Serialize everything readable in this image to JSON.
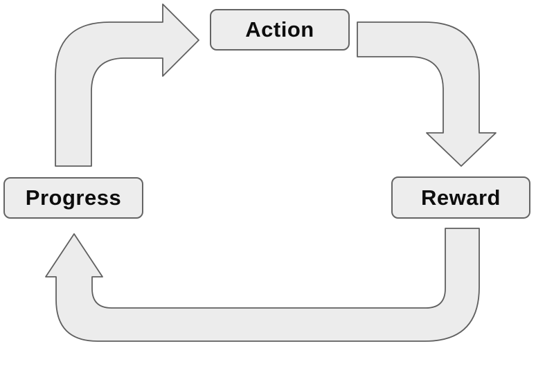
{
  "diagram": {
    "type": "cycle",
    "nodes": [
      {
        "id": "action",
        "label": "Action",
        "position": "top-center"
      },
      {
        "id": "reward",
        "label": "Reward",
        "position": "middle-right"
      },
      {
        "id": "progress",
        "label": "Progress",
        "position": "middle-left"
      }
    ],
    "edges": [
      {
        "from": "progress",
        "to": "action",
        "shape": "up-then-right-block-arrow"
      },
      {
        "from": "action",
        "to": "reward",
        "shape": "right-then-down-block-arrow"
      },
      {
        "from": "reward",
        "to": "progress",
        "shape": "down-left-then-up-block-arrow"
      }
    ],
    "colors": {
      "background": "#ffffff",
      "arrow_fill": "#ececec",
      "arrow_stroke": "#5f5f5f",
      "node_fill": "#ededed",
      "node_border": "#646464",
      "label_text": "#0d0d0d"
    }
  }
}
